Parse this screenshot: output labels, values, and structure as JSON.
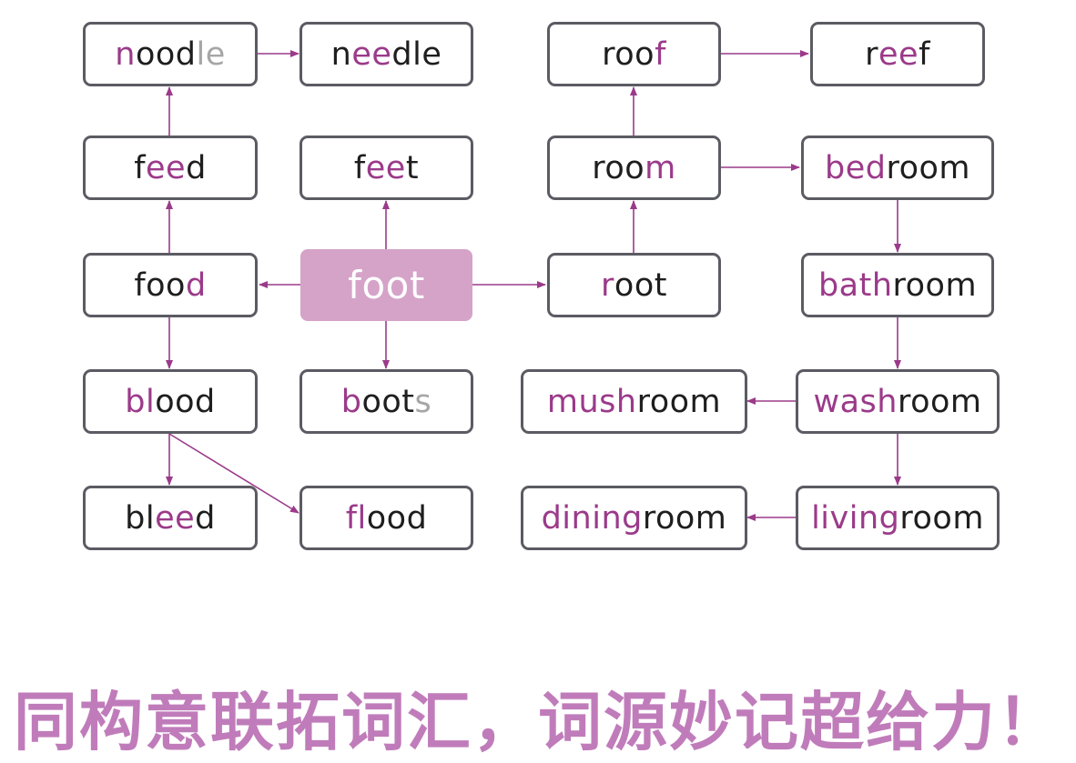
{
  "colors": {
    "highlight": "#9b3a8a",
    "muted": "#a6a6a6",
    "border": "#5b5b63",
    "center_fill": "#d5a3c8",
    "caption": "#c07cba",
    "arrow": "#9b3a8a"
  },
  "nodes": [
    {
      "id": "noodle",
      "segments": [
        {
          "t": "n",
          "s": "hl"
        },
        {
          "t": "ood",
          "s": "base"
        },
        {
          "t": "le",
          "s": "muted"
        }
      ]
    },
    {
      "id": "needle",
      "segments": [
        {
          "t": "n",
          "s": "base"
        },
        {
          "t": "ee",
          "s": "hl"
        },
        {
          "t": "dle",
          "s": "base"
        }
      ]
    },
    {
      "id": "roof",
      "segments": [
        {
          "t": "roo",
          "s": "base"
        },
        {
          "t": "f",
          "s": "hl"
        }
      ]
    },
    {
      "id": "reef",
      "segments": [
        {
          "t": "r",
          "s": "base"
        },
        {
          "t": "ee",
          "s": "hl"
        },
        {
          "t": "f",
          "s": "base"
        }
      ]
    },
    {
      "id": "feed",
      "segments": [
        {
          "t": "f",
          "s": "base"
        },
        {
          "t": "ee",
          "s": "hl"
        },
        {
          "t": "d",
          "s": "base"
        }
      ]
    },
    {
      "id": "feet",
      "segments": [
        {
          "t": "f",
          "s": "base"
        },
        {
          "t": "ee",
          "s": "hl"
        },
        {
          "t": "t",
          "s": "base"
        }
      ]
    },
    {
      "id": "room",
      "segments": [
        {
          "t": "roo",
          "s": "base"
        },
        {
          "t": "m",
          "s": "hl"
        }
      ]
    },
    {
      "id": "bedroom",
      "segments": [
        {
          "t": "bed",
          "s": "hl"
        },
        {
          "t": "room",
          "s": "base"
        }
      ]
    },
    {
      "id": "food",
      "segments": [
        {
          "t": "foo",
          "s": "base"
        },
        {
          "t": "d",
          "s": "hl"
        }
      ]
    },
    {
      "id": "foot",
      "segments": [
        {
          "t": "foot",
          "s": "base"
        }
      ]
    },
    {
      "id": "root",
      "segments": [
        {
          "t": "r",
          "s": "hl"
        },
        {
          "t": "oot",
          "s": "base"
        }
      ]
    },
    {
      "id": "bathroom",
      "segments": [
        {
          "t": "bath",
          "s": "hl"
        },
        {
          "t": "room",
          "s": "base"
        }
      ]
    },
    {
      "id": "blood",
      "segments": [
        {
          "t": "bl",
          "s": "hl"
        },
        {
          "t": "ood",
          "s": "base"
        }
      ]
    },
    {
      "id": "boots",
      "segments": [
        {
          "t": "b",
          "s": "hl"
        },
        {
          "t": "oot",
          "s": "base"
        },
        {
          "t": " s",
          "s": "muted"
        }
      ]
    },
    {
      "id": "mushroom",
      "segments": [
        {
          "t": "mush",
          "s": "hl"
        },
        {
          "t": "room",
          "s": "base"
        }
      ]
    },
    {
      "id": "washroom",
      "segments": [
        {
          "t": "wash",
          "s": "hl"
        },
        {
          "t": "room",
          "s": "base"
        }
      ]
    },
    {
      "id": "bleed",
      "segments": [
        {
          "t": "bl",
          "s": "base"
        },
        {
          "t": "ee",
          "s": "hl"
        },
        {
          "t": "d",
          "s": "base"
        }
      ]
    },
    {
      "id": "flood",
      "segments": [
        {
          "t": "fl",
          "s": "hl"
        },
        {
          "t": "ood",
          "s": "base"
        }
      ]
    },
    {
      "id": "dining-room",
      "segments": [
        {
          "t": "dining",
          "s": "hl"
        },
        {
          "t": " room",
          "s": "base"
        }
      ]
    },
    {
      "id": "living-room",
      "segments": [
        {
          "t": "living",
          "s": "hl"
        },
        {
          "t": " room",
          "s": "base"
        }
      ]
    }
  ],
  "caption": "同构意联拓词汇，词源妙记超给力！"
}
